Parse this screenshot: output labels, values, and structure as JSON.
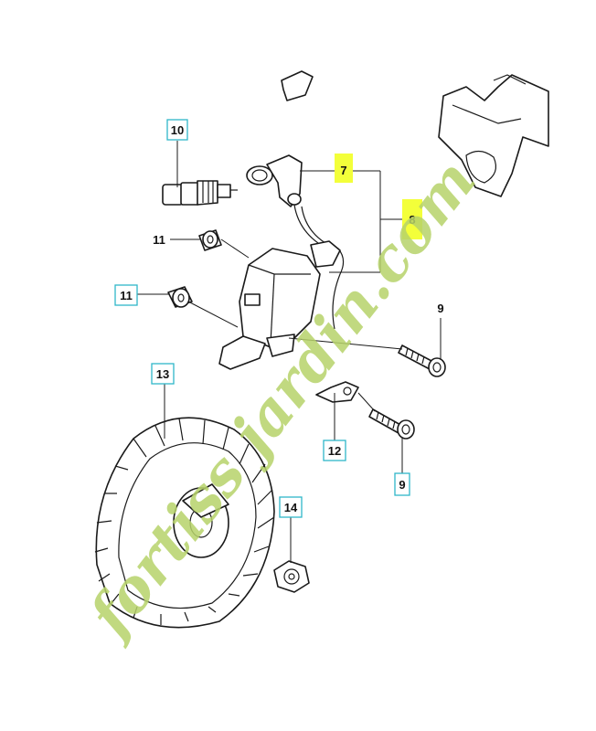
{
  "callouts": {
    "c7": "7",
    "c8": "8",
    "c9a": "9",
    "c9b": "9",
    "c10": "10",
    "c11a": "11",
    "c11b": "11",
    "c12": "12",
    "c13": "13",
    "c14": "14"
  },
  "watermark": {
    "text": "fortiss jardin.com",
    "color": "#b7d36a",
    "accent_color": "#f2a25a"
  },
  "colors": {
    "highlight": "#f3ff3a",
    "callout_border": "#2fb7c9"
  }
}
